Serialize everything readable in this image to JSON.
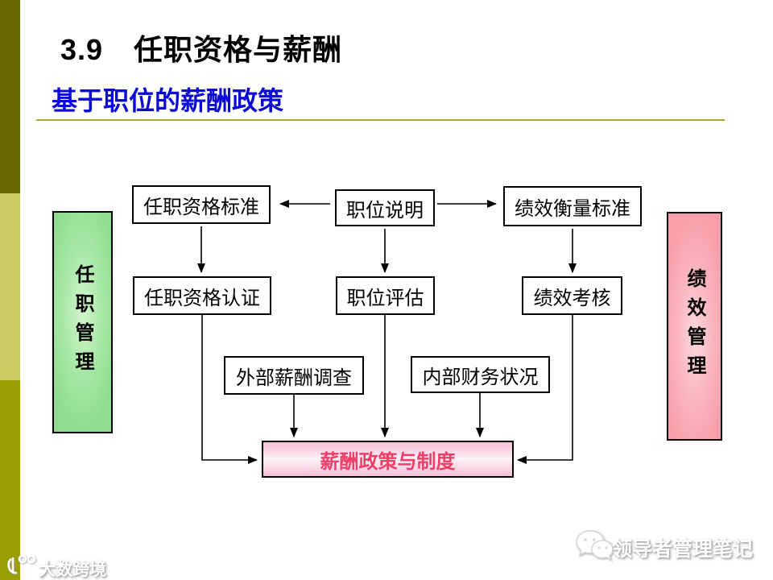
{
  "slide": {
    "title_number": "3.9",
    "title_text": "任职资格与薪酬",
    "subtitle": "基于职位的薪酬政策"
  },
  "diagram": {
    "boxes": [
      {
        "id": "qualification-standard",
        "label": "任职资格标准"
      },
      {
        "id": "job-description",
        "label": "职位说明"
      },
      {
        "id": "performance-standard",
        "label": "绩效衡量标准"
      },
      {
        "id": "qualification-cert",
        "label": "任职资格认证"
      },
      {
        "id": "job-evaluation",
        "label": "职位评估"
      },
      {
        "id": "performance-review",
        "label": "绩效考核"
      },
      {
        "id": "external-pay-survey",
        "label": "外部薪酬调查"
      },
      {
        "id": "internal-finance",
        "label": "内部财务状况"
      },
      {
        "id": "pay-policy",
        "label": "薪酬政策与制度"
      }
    ],
    "side_bars": [
      {
        "id": "qualification-management",
        "label": "任职管理"
      },
      {
        "id": "performance-management",
        "label": "绩效管理"
      }
    ]
  },
  "watermarks": {
    "bottom_left_text": "大数跨境",
    "bottom_right_text": "领导者管理笔记",
    "bottom_right_icon": "wechat-icon",
    "bottom_left_icon": "brand-logo-icon"
  },
  "colors": {
    "subtitle_blue": "#0a0ad2",
    "divider_olive": "#a6a62c",
    "accent_dark_olive": "#676a00",
    "accent_light_olive": "#c9cc60",
    "accent_olive": "#9a9e00",
    "green_bar": "#8fdd8f",
    "pink_bar": "#f89fab",
    "policy_box_pink": "#f8bcd4",
    "policy_text_red": "#ef3f68"
  }
}
